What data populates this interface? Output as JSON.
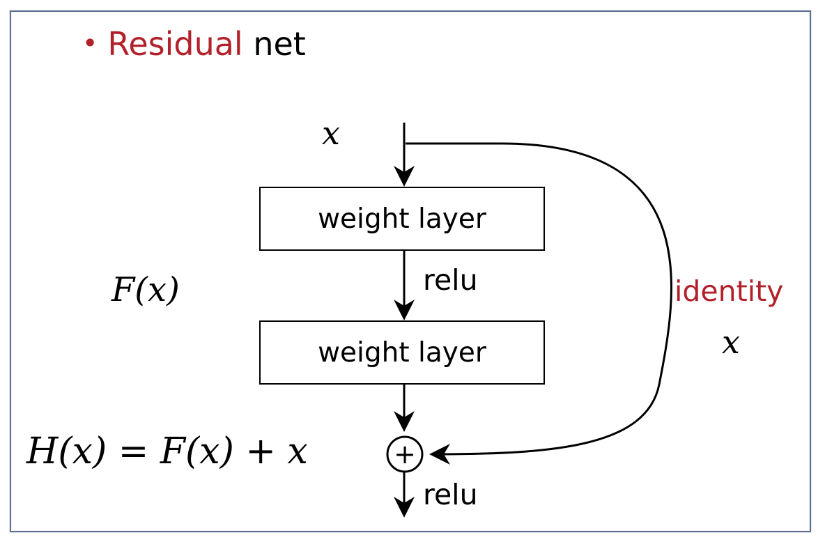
{
  "title": {
    "bullet": "•",
    "accent": "Residual",
    "rest": "net"
  },
  "diagram": {
    "input_label": "x",
    "layer_top_label": "weight layer",
    "relu_middle_label": "relu",
    "layer_bottom_label": "weight layer",
    "residual_function_label": "F(x)",
    "shortcut_label": "identity",
    "shortcut_value_label": "x",
    "output_equation": "H(x) = F(x) + x",
    "sum_symbol": "+",
    "relu_output_label": "relu"
  },
  "colors": {
    "accent": "#b2202a",
    "text": "#000000",
    "frame": "#5d6f8f"
  }
}
